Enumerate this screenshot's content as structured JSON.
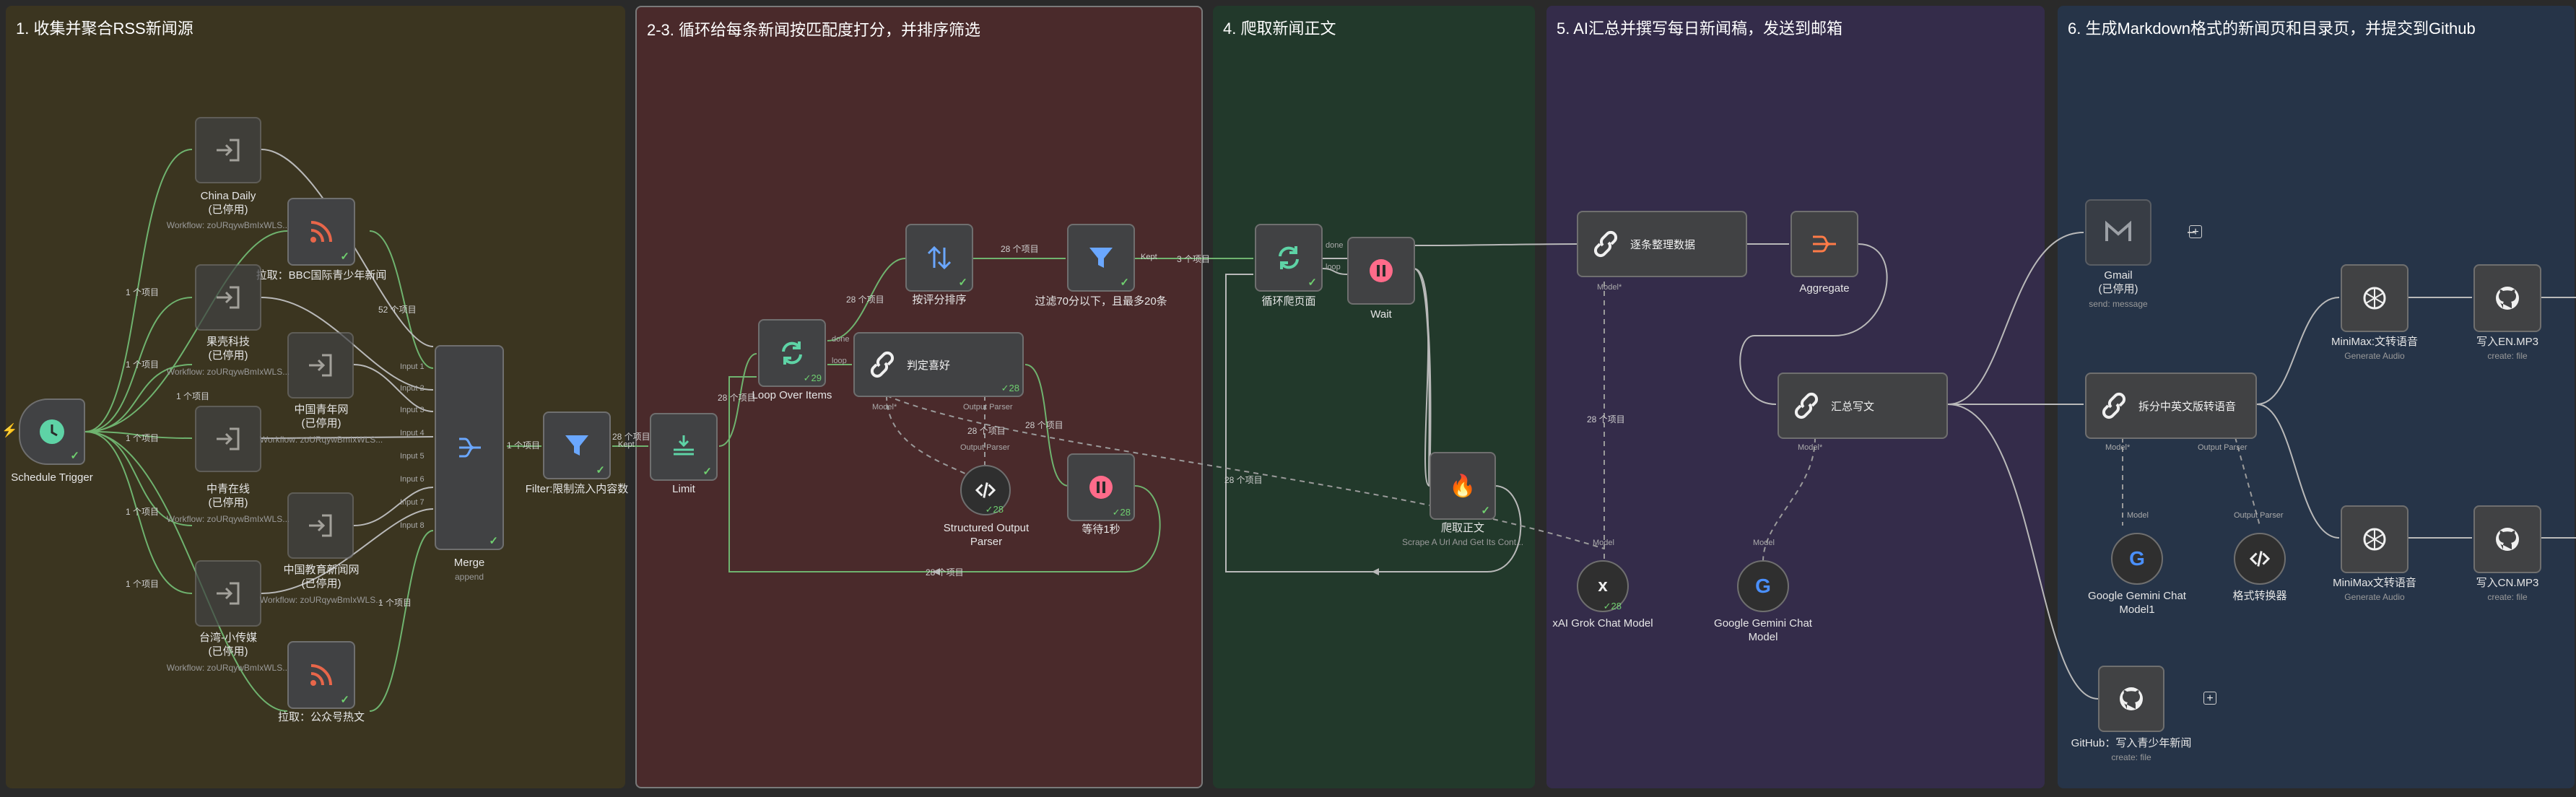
{
  "stickies": [
    {
      "title": "1. 收集并聚合RSS新闻源",
      "color": "#3b3520"
    },
    {
      "title": "2-3. 循环给每条新闻按匹配度打分，并排序筛选",
      "color": "#4a2a2b"
    },
    {
      "title": "4. 爬取新闻正文",
      "color": "#22392b"
    },
    {
      "title": "5. AI汇总并撰写每日新闻稿，发送到邮箱",
      "color": "#342c4a"
    },
    {
      "title": "6. 生成Markdown格式的新闻页和目录页，并提交到Github",
      "color": "#263448"
    }
  ],
  "nodes": {
    "schedule_trigger": {
      "label": "Schedule Trigger"
    },
    "china_daily": {
      "label": "China Daily",
      "status": "(已停用)",
      "workflow": "Workflow: zoURqywBmIxWLS..."
    },
    "bbc": {
      "label": "拉取：BBC国际青少年新闻"
    },
    "guoke": {
      "label": "果壳科技",
      "status": "(已停用)",
      "workflow": "Workflow: zoURqywBmIxWLS..."
    },
    "zgqnw": {
      "label": "中国青年网",
      "status": "(已停用)",
      "workflow": "Workflow: zoURqywBmIxWLS..."
    },
    "zqzx": {
      "label": "中青在线",
      "status": "(已停用)",
      "workflow": "Workflow: zoURqywBmIxWLS..."
    },
    "zgjyxw": {
      "label": "中国教育新闻网",
      "status": "(已停用)",
      "workflow": "Workflow: zoURqywBmIxWLS..."
    },
    "taiwan": {
      "label": "台湾-小传媒",
      "status": "(已停用)",
      "workflow": "Workflow: zoURqywBmIxWLS..."
    },
    "gzh": {
      "label": "拉取：公众号热文"
    },
    "merge": {
      "label": "Merge",
      "sub": "append",
      "inputs": [
        "Input 1",
        "Input 2",
        "Input 3",
        "Input 4",
        "Input 5",
        "Input 6",
        "Input 7",
        "Input 8"
      ]
    },
    "filter_limit": {
      "label": "Filter:限制流入内容数"
    },
    "limit": {
      "label": "Limit"
    },
    "loop_over_items": {
      "label": "Loop Over Items",
      "done": "done",
      "loop": "loop",
      "count": "29"
    },
    "sort": {
      "label": "按评分排序"
    },
    "filter70": {
      "label": "过滤70分以下，且最多20条"
    },
    "judge": {
      "label": "判定喜好",
      "count": "28",
      "model": "Model*",
      "parser": "Output Parser"
    },
    "structured_parser": {
      "label": "Structured Output",
      "label2": "Parser",
      "count": "28"
    },
    "wait1": {
      "label": "等待1秒",
      "count": "28"
    },
    "loop_pages": {
      "label": "循环爬页面",
      "done": "done",
      "loop": "loop"
    },
    "wait": {
      "label": "Wait"
    },
    "scrape": {
      "label": "爬取正文",
      "sub": "Scrape A Url And Get Its Cont..."
    },
    "organize": {
      "label": "逐条整理数据",
      "model": "Model*"
    },
    "aggregate": {
      "label": "Aggregate"
    },
    "summarize": {
      "label": "汇总写文",
      "model": "Model*"
    },
    "grok": {
      "label": "xAI Grok Chat Model",
      "model": "Model",
      "count": "28"
    },
    "gemini1": {
      "label": "Google Gemini Chat",
      "label2": "Model",
      "model": "Model"
    },
    "gmail": {
      "label": "Gmail",
      "status": "(已停用)",
      "sub": "send: message"
    },
    "split": {
      "label": "拆分中英文版转语音",
      "model": "Model*",
      "parser": "Output Parser"
    },
    "github_yn": {
      "label": "GitHub：写入青少年新闻",
      "sub": "create: file"
    },
    "gemini2": {
      "label": "Google Gemini Chat",
      "label2": "Model1",
      "model": "Model"
    },
    "format": {
      "label": "格式转换器",
      "parser": "Output Parser"
    },
    "minimax_en": {
      "label": "MiniMax:文转语音",
      "sub": "Generate Audio"
    },
    "write_en": {
      "label": "写入EN.MP3",
      "sub": "create: file"
    },
    "minimax_cn": {
      "label": "MiniMax文转语音",
      "sub": "Generate Audio"
    },
    "write_cn": {
      "label": "写入CN.MP3",
      "sub": "create: file"
    }
  },
  "edge_labels": {
    "one_item": "1 个项目",
    "fifty_two": "52 个项目",
    "twenty_eight": "28 个项目",
    "three": "3 个项目",
    "kept": "Kept"
  },
  "colors": {
    "edge": "#b9b9b9",
    "success": "#6fcf6f",
    "loop": "#5ed3a6",
    "rss": "#e8664a",
    "filter": "#6aa7ff",
    "wait": "#ff6b8a",
    "sort": "#6aa7ff"
  }
}
